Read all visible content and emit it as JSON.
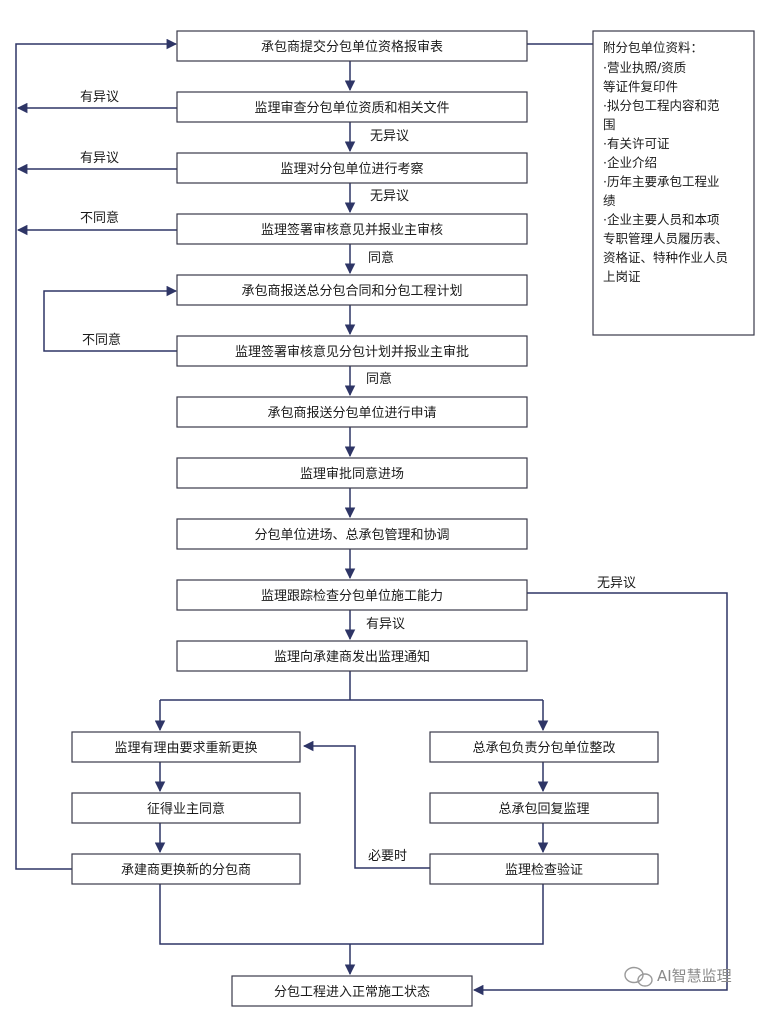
{
  "nodes": {
    "n1": "承包商提交分包单位资格报审表",
    "n2": "监理审查分包单位资质和相关文件",
    "n3": "监理对分包单位进行考察",
    "n4": "监理签署审核意见并报业主审核",
    "n5": "承包商报送总分包合同和分包工程计划",
    "n6": "监理签署审核意见分包计划并报业主审批",
    "n7": "承包商报送分包单位进行申请",
    "n8": "监理审批同意进场",
    "n9": "分包单位进场、总承包管理和协调",
    "n10": "监理跟踪检查分包单位施工能力",
    "n11": "监理向承建商发出监理通知",
    "n12": "监理有理由要求重新更换",
    "n13": "征得业主同意",
    "n14": "承建商更换新的分包商",
    "n15": "总承包负责分包单位整改",
    "n16": "总承包回复监理",
    "n17": "监理检查验证",
    "n18": "分包工程进入正常施工状态"
  },
  "labels": {
    "objection_1": "有异议",
    "no_objection_1": "无异议",
    "objection_2": "有异议",
    "no_objection_2": "无异议",
    "disagree_1": "不同意",
    "agree_1": "同意",
    "disagree_2": "不同意",
    "agree_2": "同意",
    "objection_3": "有异议",
    "no_objection_3": "无异议",
    "when_necessary": "必要时"
  },
  "note": {
    "title": "附分包单位资料：",
    "lines": [
      "·营业执照/资质",
      "等证件复印件",
      "·拟分包工程内容和范",
      "围",
      "·有关许可证",
      "·企业介绍",
      "·历年主要承包工程业",
      "绩",
      "·企业主要人员和本项",
      "专职管理人员履历表、",
      "资格证、特种作业人员",
      "上岗证"
    ]
  },
  "watermark": "AI智慧监理",
  "colors": {
    "line": "#2e3566",
    "box_border": "#3a3a4a",
    "watermark": "#8a8a8a"
  },
  "icons": {
    "watermark_icon": "wechat-icon"
  }
}
